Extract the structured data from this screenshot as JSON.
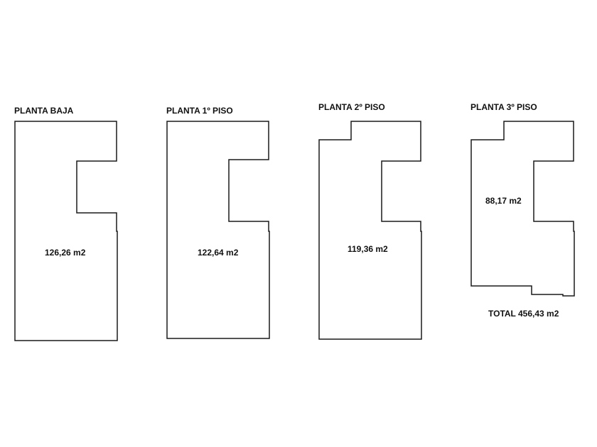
{
  "plans": [
    {
      "title": "PLANTA BAJA",
      "area": "126,26 m2"
    },
    {
      "title": "PLANTA 1º PISO",
      "area": "122,64 m2"
    },
    {
      "title": "PLANTA 2º PISO",
      "area": "119,36 m2"
    },
    {
      "title": "PLANTA 3º PISO",
      "area": "88,17 m2"
    }
  ],
  "total": "TOTAL 456,43 m2",
  "colors": {
    "line": "#1a1a1a",
    "text": "#111111",
    "background": "#ffffff"
  }
}
